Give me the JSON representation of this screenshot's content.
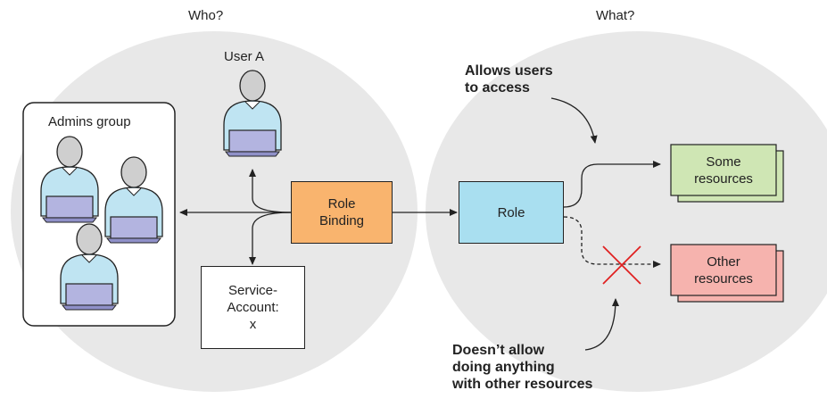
{
  "headers": {
    "who": "Who?",
    "what": "What?"
  },
  "user_a": "User A",
  "admins_group": "Admins group",
  "role_binding": "Role\nBinding",
  "role": "Role",
  "service_account": "Service-\nAccount:\nx",
  "some_resources": "Some\nresources",
  "other_resources": "Other\nresources",
  "allows_note": "Allows users\nto access",
  "doesnt_allow_note": "Doesn’t allow\ndoing anything\nwith other resources",
  "colors": {
    "circle": "#e8e8e8",
    "role_binding": "#f9b46e",
    "role": "#a9dff0",
    "some_resources": "#cfe6b4",
    "other_resources": "#f6b3ae",
    "deny_cross": "#e02020",
    "user_body": "#bfe4f2",
    "laptop": "#b3b4e0"
  }
}
